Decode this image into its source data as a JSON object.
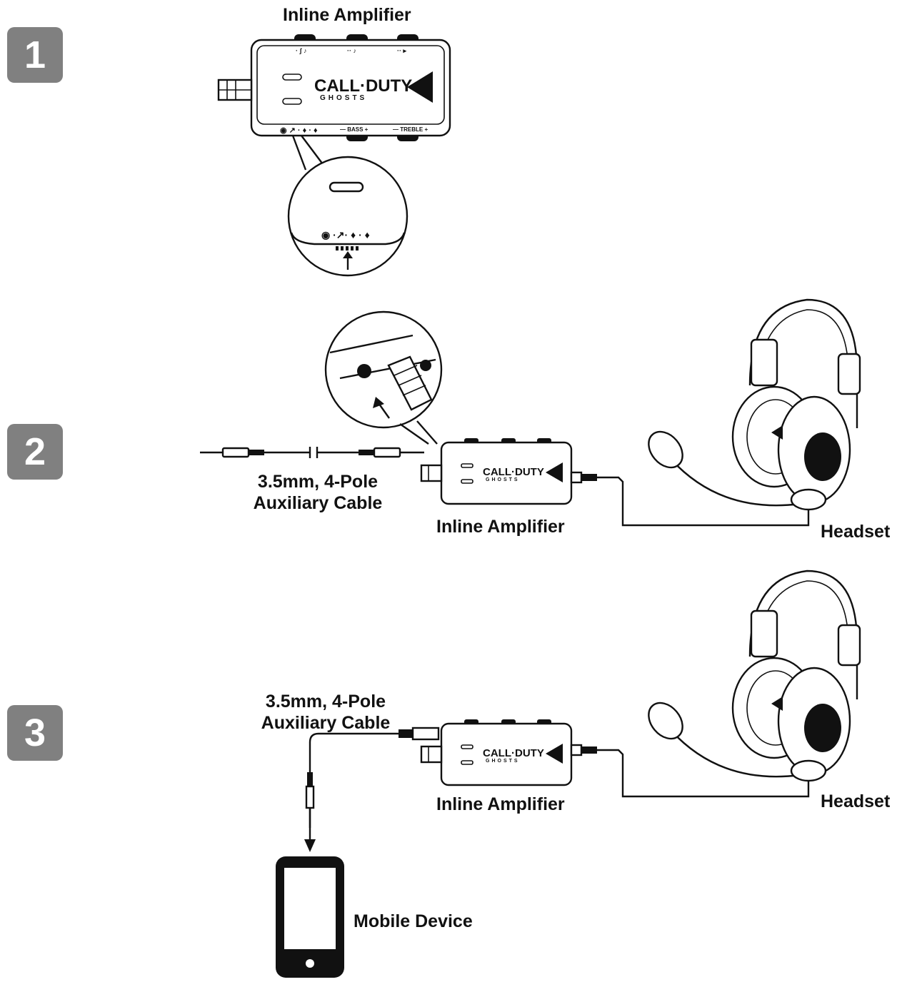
{
  "steps": [
    {
      "number": "1",
      "labels": {
        "amplifier": "Inline Amplifier"
      }
    },
    {
      "number": "2",
      "labels": {
        "cable_line1": "3.5mm, 4-Pole",
        "cable_line2": "Auxiliary Cable",
        "amplifier": "Inline Amplifier",
        "headset": "Headset"
      }
    },
    {
      "number": "3",
      "labels": {
        "cable_line1": "3.5mm, 4-Pole",
        "cable_line2": "Auxiliary Cable",
        "amplifier": "Inline Amplifier",
        "headset": "Headset",
        "device": "Mobile Device"
      }
    }
  ],
  "amplifier_branding": {
    "logo_line1": "CALL·DUTY",
    "logo_line2": "GHOSTS"
  },
  "colors": {
    "badge": "#808080",
    "ink": "#111111",
    "background": "#ffffff"
  }
}
